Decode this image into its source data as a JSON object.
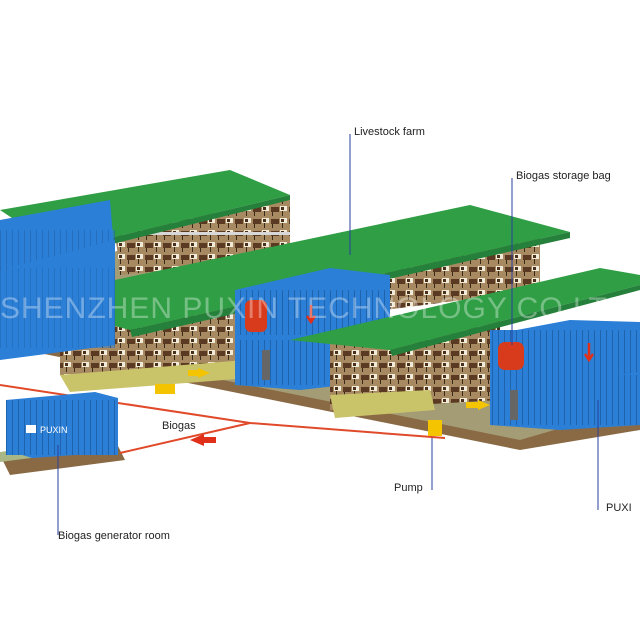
{
  "labels": {
    "livestock_farm": "Livestock farm",
    "biogas_storage_bag": "Biogas storage bag",
    "biogas": "Biogas",
    "pump": "Pump",
    "puxin_right": "PUXI",
    "generator_room": "Biogas generator room"
  },
  "watermark": "SHENZHEN PUXIN TECHNOLOGY CO LTD",
  "container_brand": "PUXIN",
  "colors": {
    "roof_green": "#2f9e44",
    "container_blue": "#2b7fd6",
    "pipe_red": "#e04a2a",
    "flow_arrow_yellow": "#f5c400",
    "callout_line_blue": "#2a3f9e",
    "ground_brown": "#8a6a45"
  }
}
